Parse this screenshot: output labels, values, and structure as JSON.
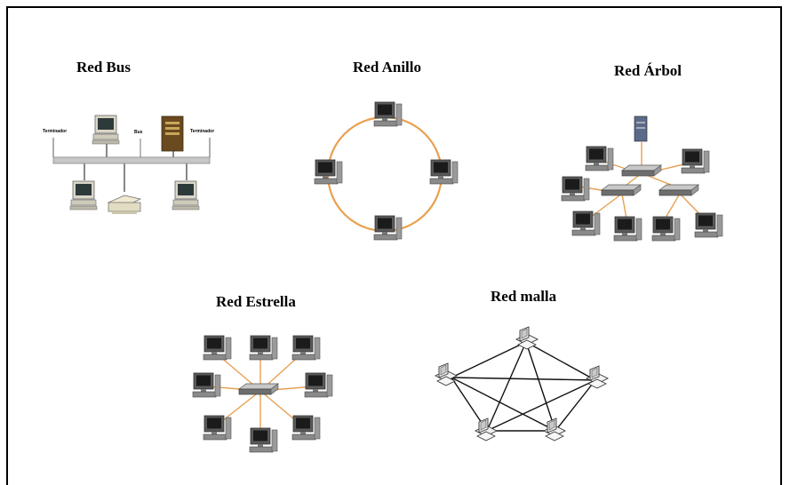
{
  "titles": {
    "bus": "Red Bus",
    "ring": "Red Anillo",
    "tree": "Red Árbol",
    "star": "Red Estrella",
    "mesh": "Red malla"
  },
  "bus_labels": {
    "terminator_left": "Terminador",
    "bus": "Bus",
    "terminator_right": "Terminador"
  },
  "colors": {
    "link": "#e8a050",
    "mesh_link": "#111111",
    "frame": "#000000"
  }
}
